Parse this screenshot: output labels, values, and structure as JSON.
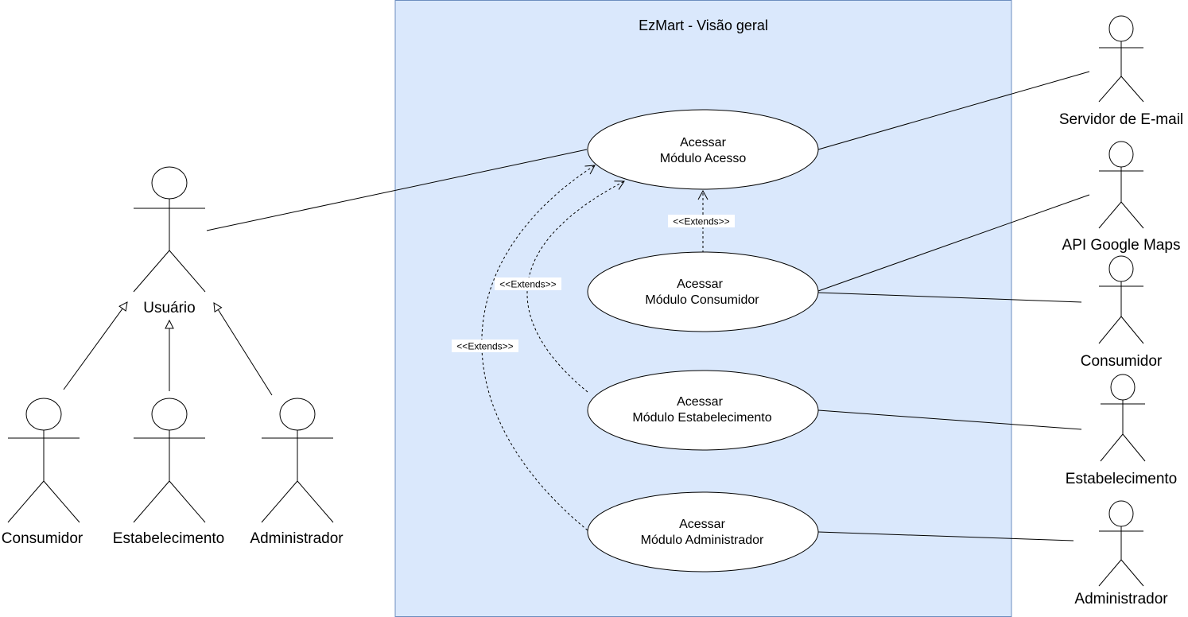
{
  "colors": {
    "system_fill": "#dae8fc",
    "system_stroke": "#6c8ebf",
    "line": "#000000",
    "actor_fill": "#ffffff",
    "usecase_fill": "#ffffff"
  },
  "system": {
    "title": "EzMart - Visão geral"
  },
  "actors": {
    "usuario": "Usuário",
    "consumidor_left": "Consumidor",
    "estabelecimento_left": "Estabelecimento",
    "administrador_left": "Administrador",
    "servidor_email": "Servidor de E-mail",
    "api_google_maps": "API Google Maps",
    "consumidor_right": "Consumidor",
    "estabelecimento_right": "Estabelecimento",
    "administrador_right": "Administrador"
  },
  "use_cases": {
    "acesso": {
      "line1": "Acessar",
      "line2": "Módulo Acesso"
    },
    "consumidor": {
      "line1": "Acessar",
      "line2": "Módulo Consumidor"
    },
    "estabelecimento": {
      "line1": "Acessar",
      "line2": "Módulo Estabelecimento"
    },
    "administrador": {
      "line1": "Acessar",
      "line2": "Módulo Administrador"
    }
  },
  "relations": {
    "extends_consumidor": "<<Extends>>",
    "extends_estabelecimento": "<<Extends>>",
    "extends_administrador": "<<Extends>>"
  }
}
